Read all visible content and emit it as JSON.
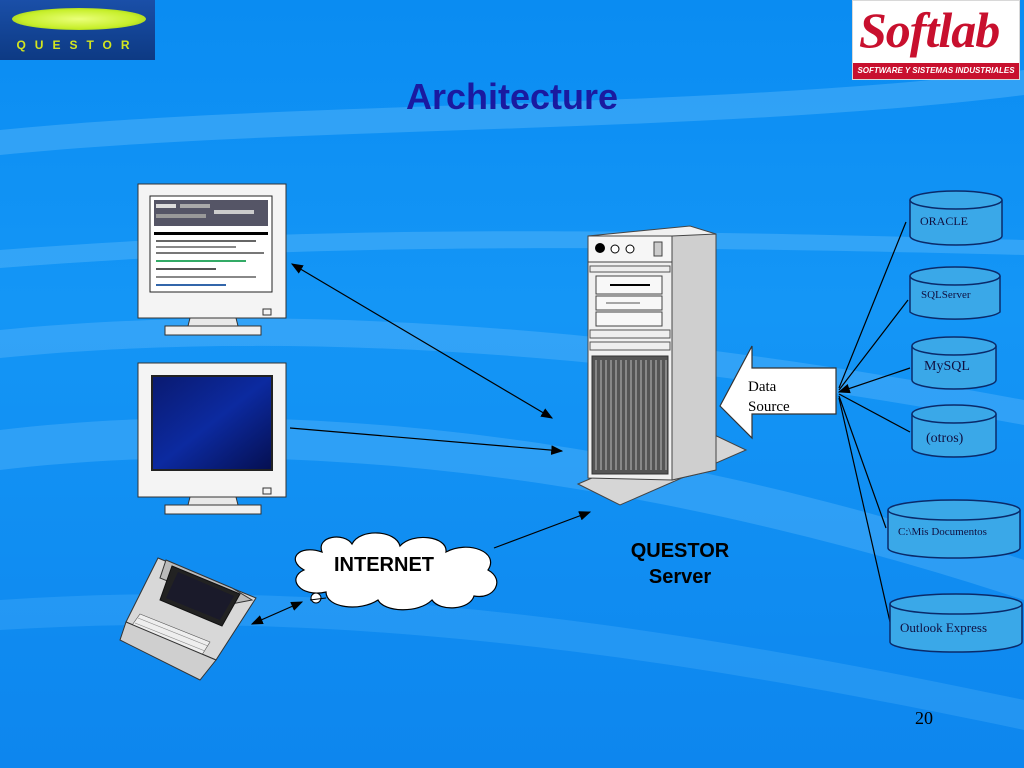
{
  "slide": {
    "title": "Architecture",
    "page_number": "20"
  },
  "logos": {
    "questor": "QUESTOR",
    "softlab_word": "Softlab",
    "softlab_tagline": "SOFTWARE Y SISTEMAS INDUSTRIALES"
  },
  "nodes": {
    "cloud": "INTERNET",
    "server_line1": "QUESTOR",
    "server_line2": "Server",
    "data_source_line1": "Data",
    "data_source_line2": "Source"
  },
  "data_sources": [
    {
      "label": "ORACLE"
    },
    {
      "label": "SQLServer"
    },
    {
      "label": "MySQL"
    },
    {
      "label": "(otros)"
    },
    {
      "label": "C:\\Mis Documentos"
    },
    {
      "label": "Outlook Express"
    }
  ],
  "colors": {
    "background": "#0a8cf2",
    "title": "#1a1aa0",
    "cylinder": "#3aa8e8",
    "softlab_red": "#c8102e",
    "questor_green": "#c7ef2a"
  }
}
